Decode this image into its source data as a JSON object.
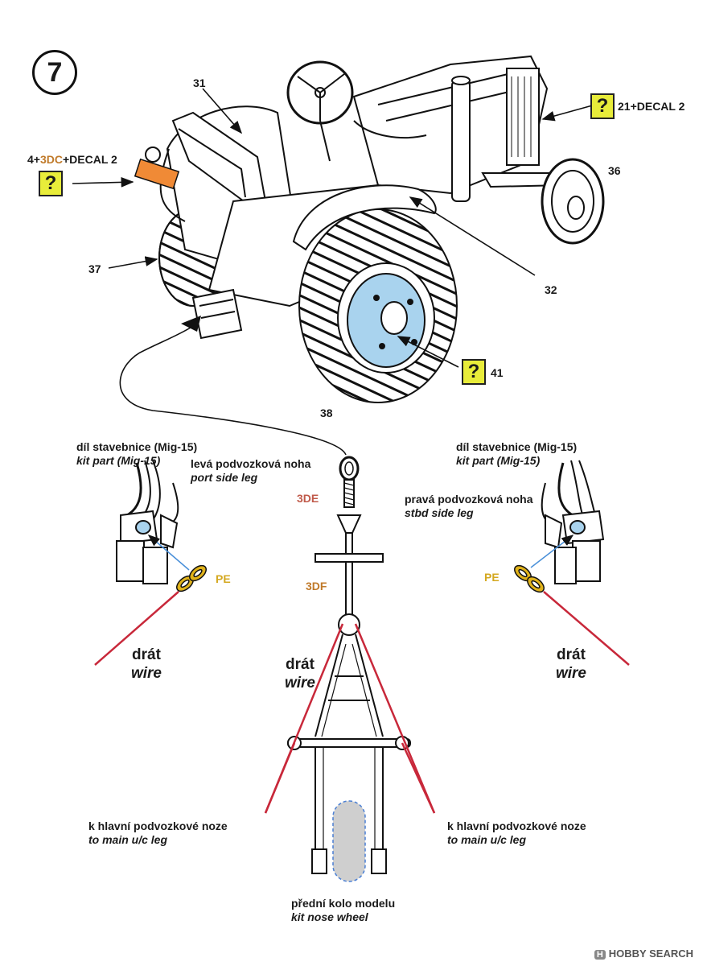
{
  "step_number": "7",
  "callouts": {
    "c31": "31",
    "c36": "36",
    "c37": "37",
    "c32": "32",
    "c38": "38",
    "c41": "41",
    "decal_left_prefix": "4+",
    "decal_left_part": "3DC",
    "decal_left_suffix": "+DECAL 2",
    "decal_right": "21+DECAL 2",
    "question_mark": "?"
  },
  "gear_labels": {
    "kit_part_cz_left": "díl stavebnice (Mig-15)",
    "kit_part_en_left": "kit part  (Mig-15)",
    "port_leg_cz": "levá podvozková noha",
    "port_leg_en": "port side leg",
    "kit_part_cz_right": "díl stavebnice (Mig-15)",
    "kit_part_en_right": "kit part  (Mig-15)",
    "stbd_leg_cz": "pravá podvozková noha",
    "stbd_leg_en": "stbd side leg",
    "pe_left": "PE",
    "pe_right": "PE",
    "part_3de": "3DE",
    "part_3df": "3DF"
  },
  "wire_labels": {
    "left_cz": "drát",
    "left_en": "wire",
    "center_cz": "drát",
    "center_en": "wire",
    "right_cz": "drát",
    "right_en": "wire"
  },
  "bottom_labels": {
    "main_leg_cz_left": "k hlavní podvozkové noze",
    "main_leg_en_left": "to main u/c leg",
    "main_leg_cz_right": "k hlavní podvozkové noze",
    "main_leg_en_right": "to main u/c leg",
    "nose_wheel_cz": "přední kolo modelu",
    "nose_wheel_en": "kit nose wheel"
  },
  "watermark": {
    "logo": "H",
    "text": "HOBBY SEARCH"
  },
  "colors": {
    "wire_red": "#c8283a",
    "hub_blue": "#a9d3ee",
    "decal_orange": "#f08a36",
    "pe_gold": "#e0b21a",
    "question_yellow": "#e8ec3a",
    "wheel_grey": "#cfcfcf"
  }
}
